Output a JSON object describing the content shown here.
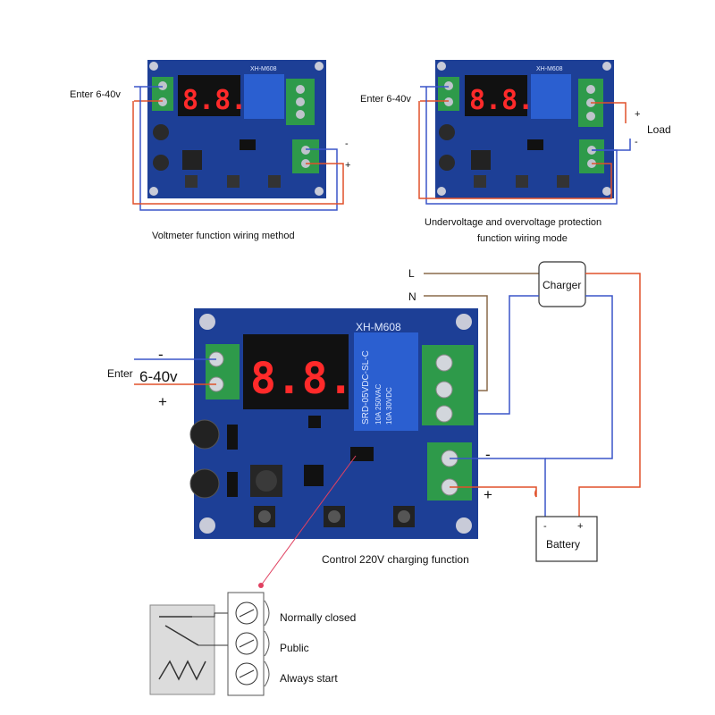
{
  "top_left": {
    "input_label": "Enter 6-40v",
    "board_model": "XH-M608",
    "display": "8.8.8",
    "caption": "Voltmeter function wiring method"
  },
  "top_right": {
    "input_label": "Enter 6-40v",
    "board_model": "XH-M608",
    "display": "8.8.8",
    "load_label": "Load",
    "caption_line1": "Undervoltage and overvoltage protection",
    "caption_line2": "function wiring mode"
  },
  "main": {
    "enter_label": "Enter",
    "voltage_label": "6-40v",
    "minus_sign": "-",
    "plus_sign": "+",
    "board_model": "XH-M608",
    "display": "8.8.8",
    "relay_text_1": "SRD-05VDC-SL-C",
    "relay_text_2": "10A 250VAC",
    "relay_text_3": "10A 30VDC",
    "line_L": "L",
    "line_N": "N",
    "charger_label": "Charger",
    "battery_label": "Battery",
    "battery_minus": "-",
    "battery_plus": "+",
    "out_minus": "-",
    "out_plus": "+",
    "caption": "Control 220V charging function"
  },
  "relay_detail": {
    "normally_closed": "Normally closed",
    "public": "Public",
    "always_start": "Always start"
  },
  "colors": {
    "pcb": "#1d3f96",
    "terminal_green": "#2e9a4a",
    "wire_blue": "#3a55c8",
    "wire_red": "#e0502a",
    "wire_brown": "#8a6a4a",
    "relay_blue": "#2b5fd0"
  }
}
